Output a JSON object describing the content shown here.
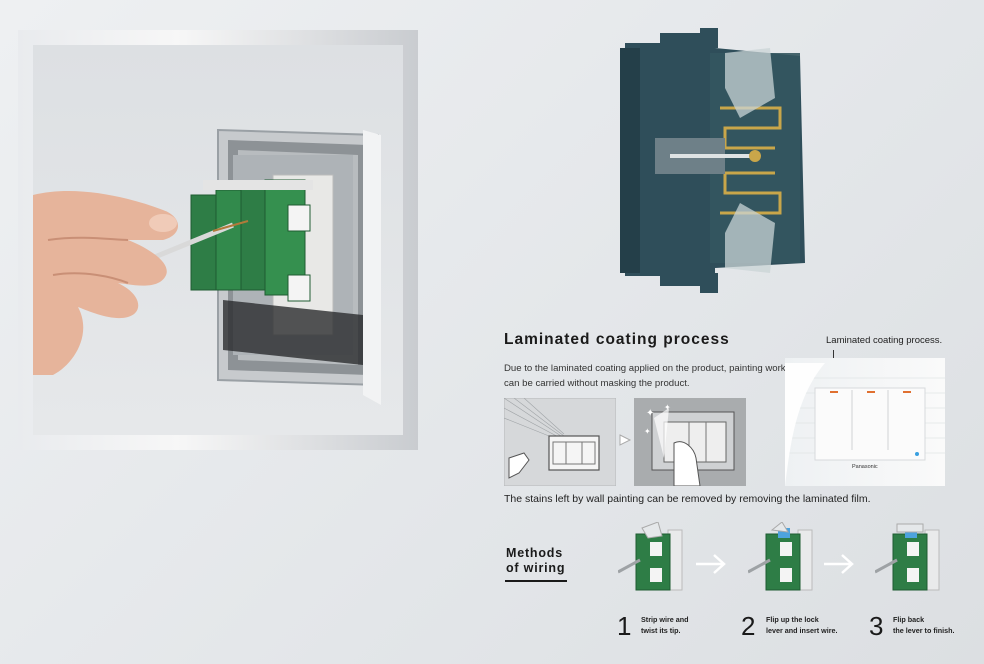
{
  "laminated": {
    "title": "Laminated coating process",
    "description": "Due to the laminated coating applied on the product, painting work can be carried without masking the product.",
    "callout": "Laminated coating process.",
    "stains_note": "The stains left by wall painting can be removed by removing the laminated film.",
    "brand_mark": "Panasonic"
  },
  "methods": {
    "title_line1": "Methods",
    "title_line2": "of wiring",
    "steps": [
      {
        "number": "1",
        "text_line1": "Strip wire and",
        "text_line2": "twist its tip."
      },
      {
        "number": "2",
        "text_line1": "Flip up the lock",
        "text_line2": "lever and insert wire."
      },
      {
        "number": "3",
        "text_line1": "Flip back",
        "text_line2": "the lever to finish."
      }
    ]
  },
  "colors": {
    "module_green": "#2e7d46",
    "background": "#e6e8ea",
    "text": "#1a1a1a"
  }
}
